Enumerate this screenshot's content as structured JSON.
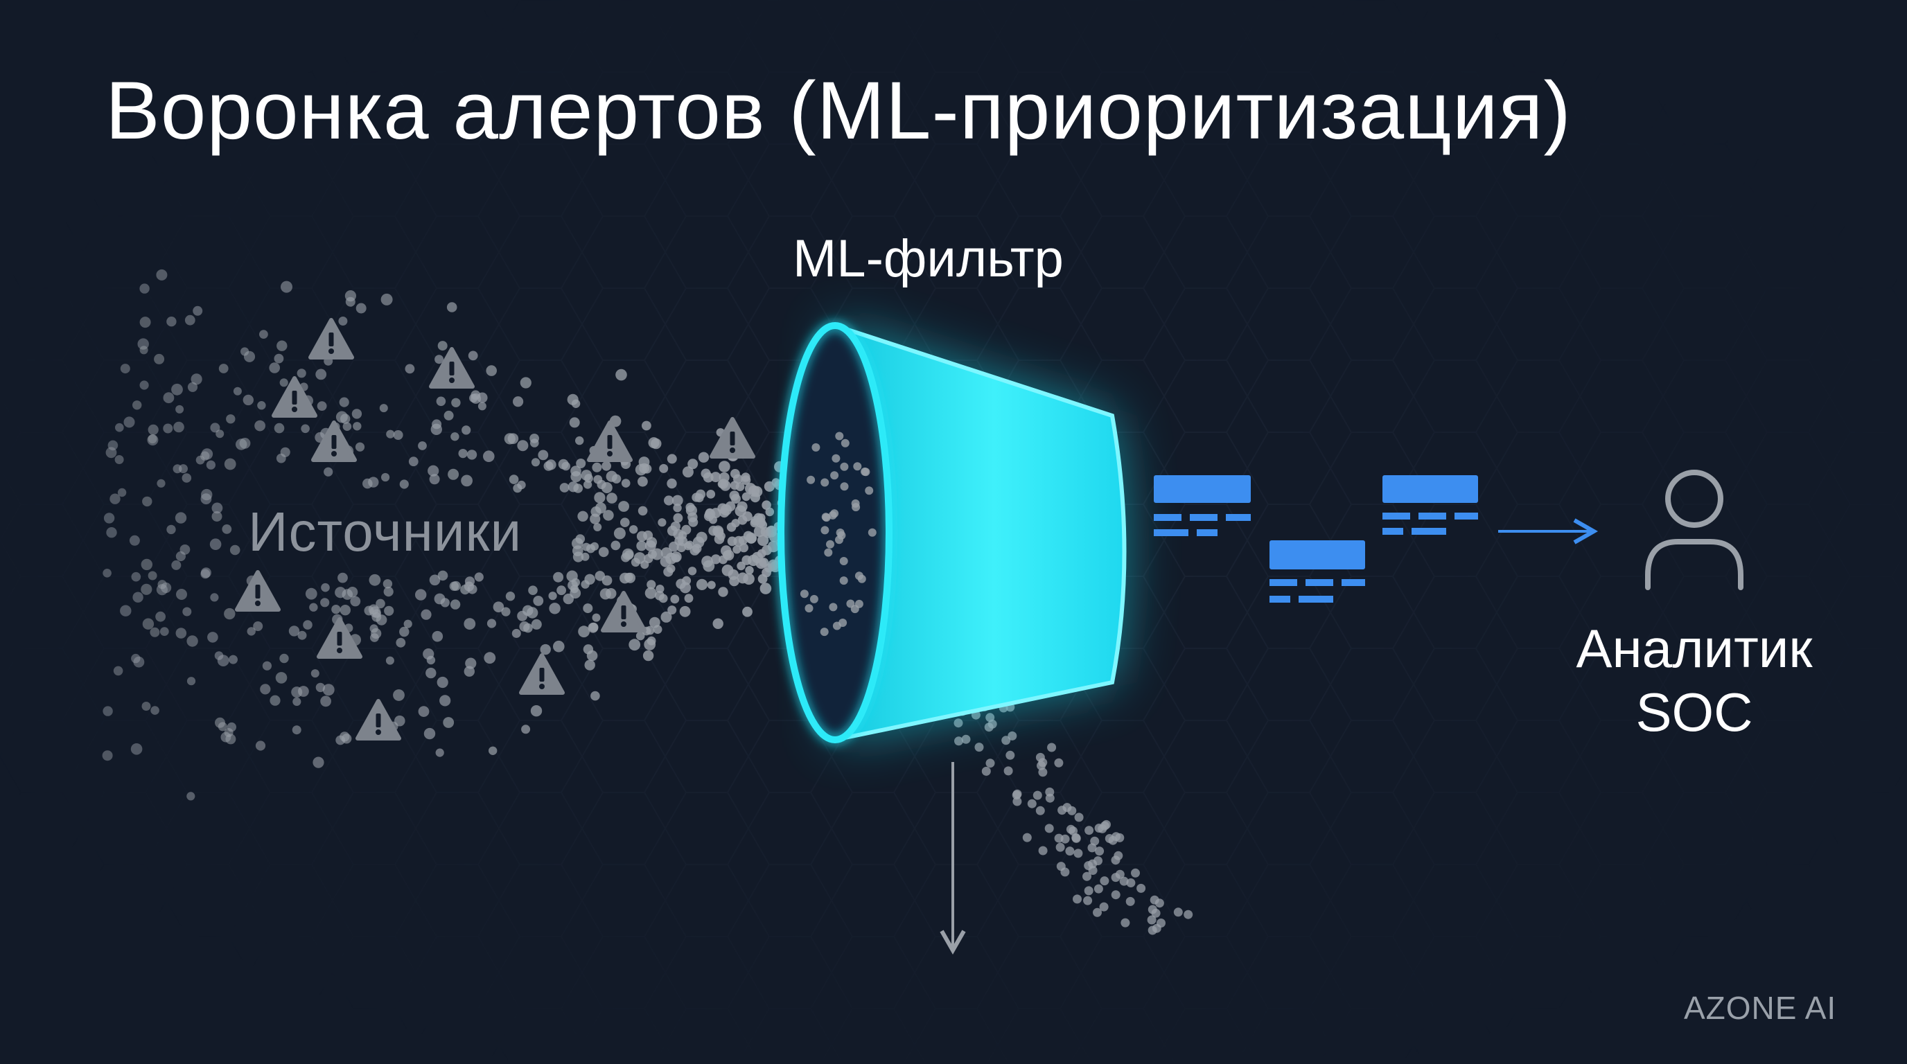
{
  "title": "Воронка алертов (ML-приоритизация)",
  "filter_label": "ML-фильтр",
  "sources_label": "Источники",
  "analyst_label": {
    "line1": "Аналитик",
    "line2": "SOC"
  },
  "brand": "AZONE AI",
  "icons": {
    "warning": "warning-triangle-icon",
    "analyst": "user-icon",
    "alert_card": "alert-card-icon"
  },
  "colors": {
    "background": "#121a28",
    "funnel": "#1ee3f5",
    "alert_card": "#3d8ef0",
    "dots": "#9aa0a8",
    "text": "#ffffff"
  }
}
